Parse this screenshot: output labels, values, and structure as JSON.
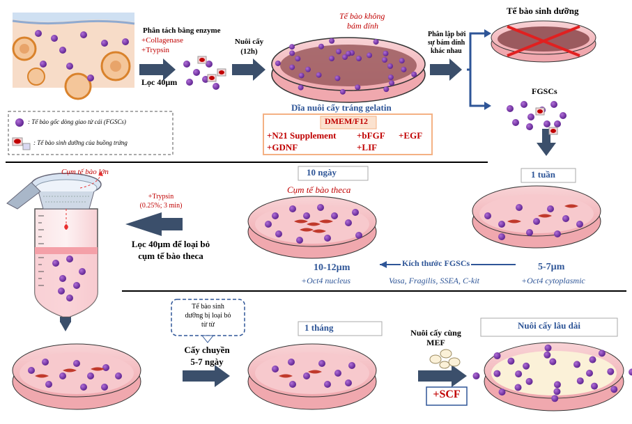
{
  "row1": {
    "enzyme_title": "Phân tách bằng enzyme",
    "collagenase": "+Collagenase",
    "trypsin": "+Trypsin",
    "filter": "Lọc 40µm",
    "culture": "Nuôi cấy",
    "culture_time": "(12h)",
    "nonadherent_1": "Tế bào không",
    "nonadherent_2": "bám dính",
    "dish_caption": "Dĩa nuôi cấy tráng gelatin",
    "medium_title": "DMEM/F12",
    "supplements": [
      "+N21 Supplement",
      "+bFGF",
      "+EGF",
      "+GDNF",
      "+LIF"
    ],
    "separation_1": "Phân lập bởi",
    "separation_2": "sự bám dính",
    "separation_3": "khác nhau",
    "somatic_title": "Tế bào sinh dưỡng",
    "fgsc_title": "FGSCs"
  },
  "legend": {
    "fgsc": ": Tế bào gốc dòng giao tử cái (FGSCs)",
    "somatic": ": Tế bào sinh dưỡng của buồng trứng"
  },
  "row2": {
    "large_cluster": "Cụm tế bào lớn",
    "trypsin_1": "+Trypsin",
    "trypsin_2": "(0.25%; 3 min)",
    "filter_1": "Lọc 40µm để loại bỏ",
    "filter_2": "cụm tế bào theca",
    "day10": "10 ngày",
    "theca_cluster": "Cụm tế bào theca",
    "week1": "1 tuần",
    "size_left": "10-12µm",
    "oct4_nucleus": "+Oct4 nucleus",
    "size_label": "Kích thước FGSCs",
    "markers": "Vasa, Fragilis, SSEA, C-kit",
    "size_right": "5-7µm",
    "oct4_cyto": "+Oct4 cytoplasmic"
  },
  "row3": {
    "removed_1": "Tế bào sinh",
    "removed_2": "dưỡng bị loại bỏ",
    "removed_3": "từ từ",
    "passage_1": "Cấy chuyền",
    "passage_2": "5-7 ngày",
    "month1": "1 tháng",
    "mef_1": "Nuôi cấy cùng",
    "mef_2": "MEF",
    "scf": "+SCF",
    "longterm": "Nuôi cấy lâu dài"
  },
  "colors": {
    "navy": "#1f3864",
    "arrow": "#3b4f6b",
    "fgsc_purple": "#7030a0",
    "somatic_red": "#c00000",
    "dish_pink": "#f4b9be",
    "medium_orange": "#f4b183"
  }
}
